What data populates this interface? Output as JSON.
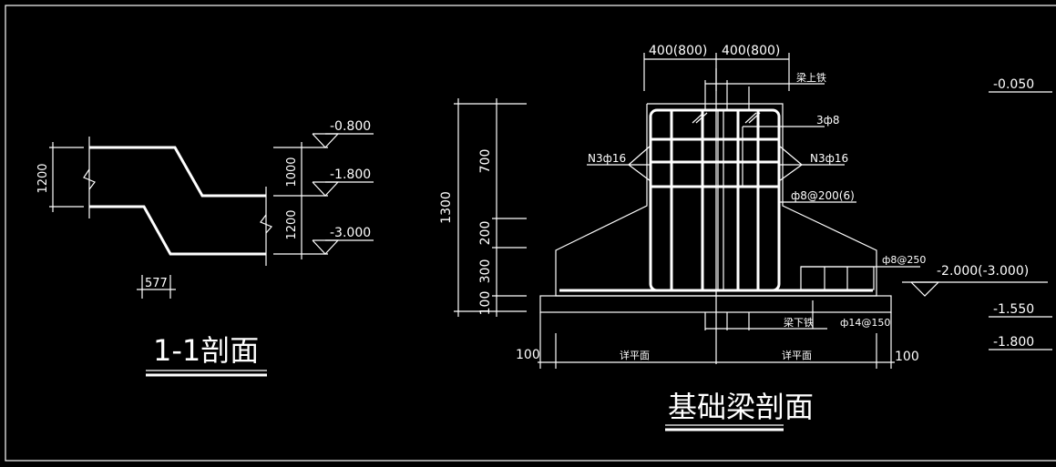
{
  "colors": {
    "background": "#000000",
    "lines": "#ffffff"
  },
  "section_1_1": {
    "title": "1-1剖面",
    "elevations": [
      "-0.800",
      "-1.800",
      "-3.000"
    ],
    "dims": {
      "height": "1200",
      "step_upper": "1000",
      "step_lower": "1200",
      "offset": "577"
    }
  },
  "beam_section": {
    "title": "基础梁剖面",
    "top_widths": [
      "400(800)",
      "400(800)"
    ],
    "left_dims": {
      "total": "1300",
      "d700": "700",
      "d200": "200",
      "d300": "300",
      "d100": "100"
    },
    "labels": {
      "top_bars": "梁上铁",
      "stirrup_bars": "3ф8",
      "waist_left": "N3ф16",
      "waist_right": "N3ф16",
      "stirrups": "ф8@200(6)",
      "slab_bars": "ф8@250",
      "bottom_bars": "梁下铁",
      "base_bars": "ф14@150",
      "elevation": "-2.000(-3.000)",
      "bottom_left": "100",
      "bottom_right": "100",
      "base_left": "详平面",
      "base_right": "详平面"
    }
  },
  "right_elevations": [
    "-0.050",
    "-1.550",
    "-1.800"
  ]
}
